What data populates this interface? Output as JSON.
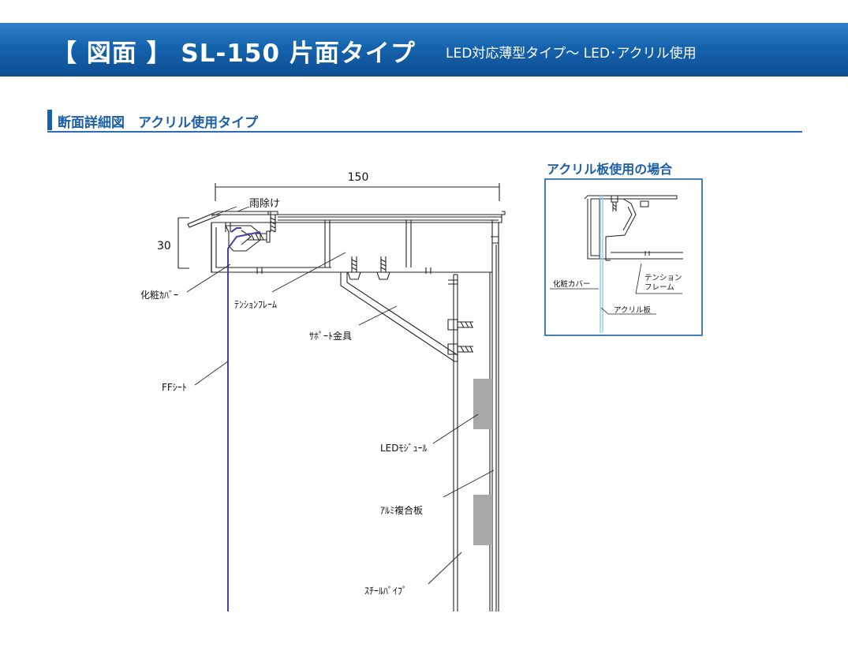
{
  "header": {
    "title": "【 図面 】 SL-150 片面タイプ",
    "subtitle": "LED対応薄型タイプ～ LED･アクリル使用"
  },
  "section": {
    "title": "断面詳細図　アクリル使用タイプ"
  },
  "drawing": {
    "dim_width": "150",
    "dim_height": "30",
    "labels": {
      "ameyoke": "雨除け",
      "cover": "化粧ｶﾊﾞｰ",
      "tension_frame": "ﾃﾝｼｮﾝﾌﾚｰﾑ",
      "support": "ｻﾎﾟｰﾄ金具",
      "ff_sheet": "FFｼｰﾄ",
      "led_module": "LEDﾓｼﾞｭｰﾙ",
      "alumi_panel": "ｱﾙﾐ複合板",
      "steel_pipe": "ｽﾁｰﾙﾊﾟｲﾌﾟ"
    }
  },
  "inset": {
    "title": "アクリル板使用の場合",
    "labels": {
      "cover": "化粧カバー",
      "tension_line1": "テンション",
      "tension_line2": "フレーム",
      "acrylic": "アクリル板"
    }
  },
  "colors": {
    "header_blue": "#1563ad",
    "accent_blue": "#1b5fa8",
    "ff_sheet": "#4a3f9c",
    "acrylic": "#8fd0ea",
    "led_gray": "#a8a8a8"
  }
}
